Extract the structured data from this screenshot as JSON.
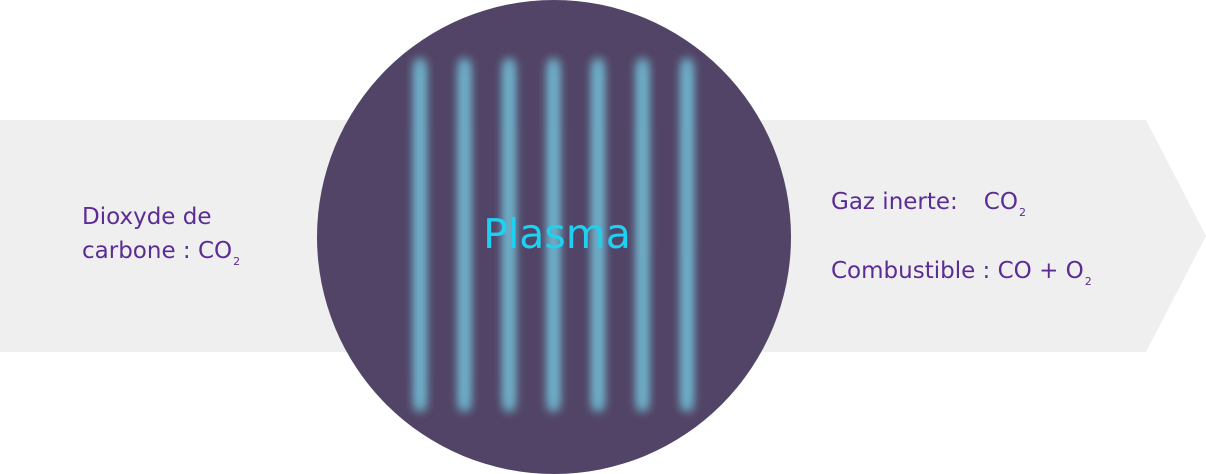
{
  "colors": {
    "arrow_fill": "#efefef",
    "circle_fill": "#524466",
    "plasma_stripe": "#6fb3cb",
    "text_purple": "#5b2d94",
    "plasma_title": "#1fd1f0"
  },
  "input": {
    "line1": "Dioxyde de",
    "line2_prefix": "carbone : CO",
    "line2_sub": "2"
  },
  "plasma": {
    "title": "Plasma",
    "stripe_count": 7
  },
  "output": {
    "inert_prefix": "Gaz inerte:",
    "inert_formula": "CO",
    "inert_sub": "2",
    "fuel_prefix": "Combustible : CO + O",
    "fuel_sub": "2"
  }
}
